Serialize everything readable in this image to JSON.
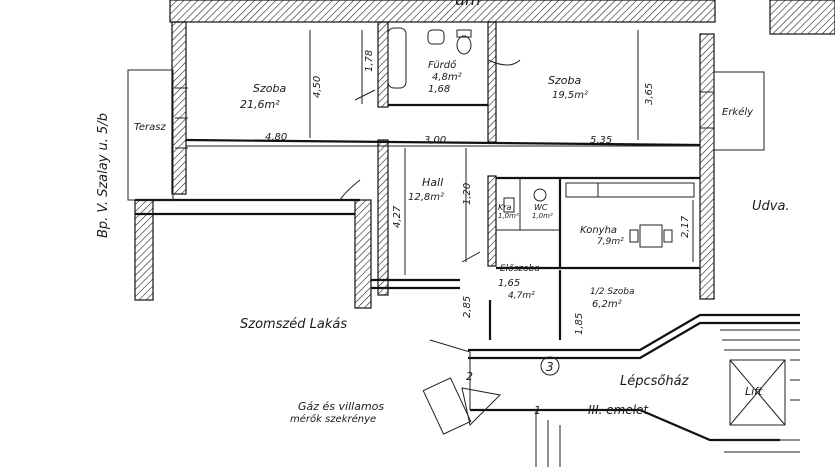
{
  "plan": {
    "title_fragment": "um",
    "street_side_label": "Bp. V. Szalay u. 5/b",
    "rooms": {
      "szoba_left": {
        "name": "Szoba",
        "area": "21,6m²"
      },
      "furdo": {
        "name": "Fürdő",
        "area": "4,8m²"
      },
      "szoba_right": {
        "name": "Szoba",
        "area": "19,5m²"
      },
      "hall": {
        "name": "Hall",
        "area": "12,8m²"
      },
      "kamra": {
        "name": "Kra",
        "area": "1,0m²"
      },
      "wc": {
        "name": "WC",
        "area": "1,0m²"
      },
      "konyha": {
        "name": "Konyha",
        "area": "7,9m²"
      },
      "eloszoba": {
        "name": "Előszoba",
        "area": "4,7m²"
      },
      "half_szoba": {
        "name": "1/2 Szoba",
        "area": "6,2m²"
      }
    },
    "labels": {
      "terasz": "Terasz",
      "erkely": "Erkély",
      "udvar": "Udva.",
      "szomszed": "Szomszéd Lakás",
      "lepcsohaz": "Lépcsőház",
      "lift": "Lift",
      "emelet": "III. emelet",
      "meter_cabinet_1": "Gáz és villamos",
      "meter_cabinet_2": "mérők szekrénye",
      "circle_mark": "3",
      "stair_1": "2",
      "stair_2": "1"
    },
    "dimensions": {
      "d_480": "4,80",
      "d_300": "3,00",
      "d_535": "5,35",
      "d_450": "4,50",
      "d_178": "1,78",
      "d_168": "1,68",
      "d_365": "3,65",
      "d_427": "4,27",
      "d_120": "1,20",
      "d_217": "2,17",
      "d_165": "1,65",
      "d_285": "2,85",
      "d_185": "1,85"
    }
  }
}
